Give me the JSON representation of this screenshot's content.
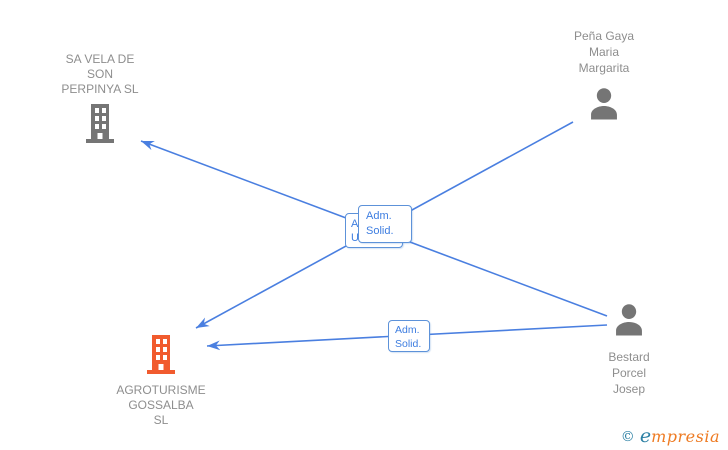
{
  "entities": [
    {
      "id": "sa-vela-de-son-perpinya-sl",
      "kind": "company",
      "lines": [
        "SA VELA DE",
        "SON",
        "PERPINYA SL"
      ],
      "icon": "building-icon",
      "icon_color": "#757575"
    },
    {
      "id": "pena-gaya-maria-margarita",
      "kind": "person",
      "lines": [
        "Peña Gaya",
        "Maria",
        "Margarita"
      ],
      "icon": "person-icon",
      "icon_color": "#757575"
    },
    {
      "id": "agroturisme-gossalba-sl",
      "kind": "company",
      "lines": [
        "AGROTURISME",
        "GOSSALBA",
        "SL"
      ],
      "icon": "building-icon",
      "icon_color": "#f15b2e"
    },
    {
      "id": "bestard-porcel-josep",
      "kind": "person",
      "lines": [
        "Bestard",
        "Porcel",
        "Josep"
      ],
      "icon": "person-icon",
      "icon_color": "#757575"
    }
  ],
  "labels": {
    "mid_front": {
      "line1": "Adm.",
      "line2": "Solid."
    },
    "mid_back": {
      "line1": "A",
      "line2": "U"
    },
    "lower": {
      "line1": "Adm.",
      "line2": "Solid."
    }
  },
  "edges": [
    {
      "from": "pena-gaya-maria-margarita",
      "to": "agroturisme-gossalba-sl",
      "label": "Adm. Solid.",
      "label_box": "mid_front"
    },
    {
      "from": "bestard-porcel-josep",
      "to": "sa-vela-de-son-perpinya-sl",
      "label_box": "mid_back"
    },
    {
      "from": "bestard-porcel-josep",
      "to": "agroturisme-gossalba-sl",
      "label": "Adm. Solid.",
      "label_box": "lower"
    }
  ],
  "watermark": {
    "copyright": "©",
    "brand_initial": "e",
    "brand_rest": "mpresia"
  },
  "colors": {
    "background": "#ffffff",
    "edge_blue": "#4a7fe0",
    "box_border_blue": "#5d92d9",
    "box_text_blue": "#3d7de0",
    "entity_text_gray": "#8e8e8e",
    "icon_gray": "#757575",
    "company_orange": "#f15b2e",
    "watermark_teal": "#2c80a4",
    "watermark_orange": "#ee7b23"
  }
}
